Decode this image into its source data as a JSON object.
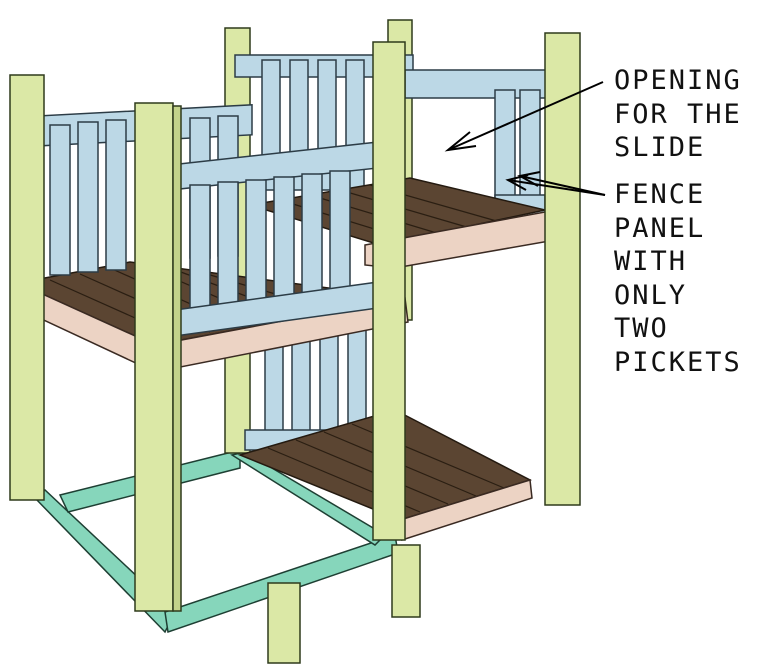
{
  "annotations": {
    "opening": {
      "lines": [
        "OPENING",
        "FOR THE",
        "SLIDE"
      ]
    },
    "fence_panel": {
      "lines": [
        "FENCE",
        "PANEL",
        "WITH",
        "ONLY",
        "TWO",
        "PICKETS"
      ]
    }
  },
  "colors": {
    "post": "#dbe8a6",
    "fence": "#bcd8e6",
    "deck": "#5b4532",
    "rim": "#ecd3c4",
    "base": "#86d6bb"
  }
}
